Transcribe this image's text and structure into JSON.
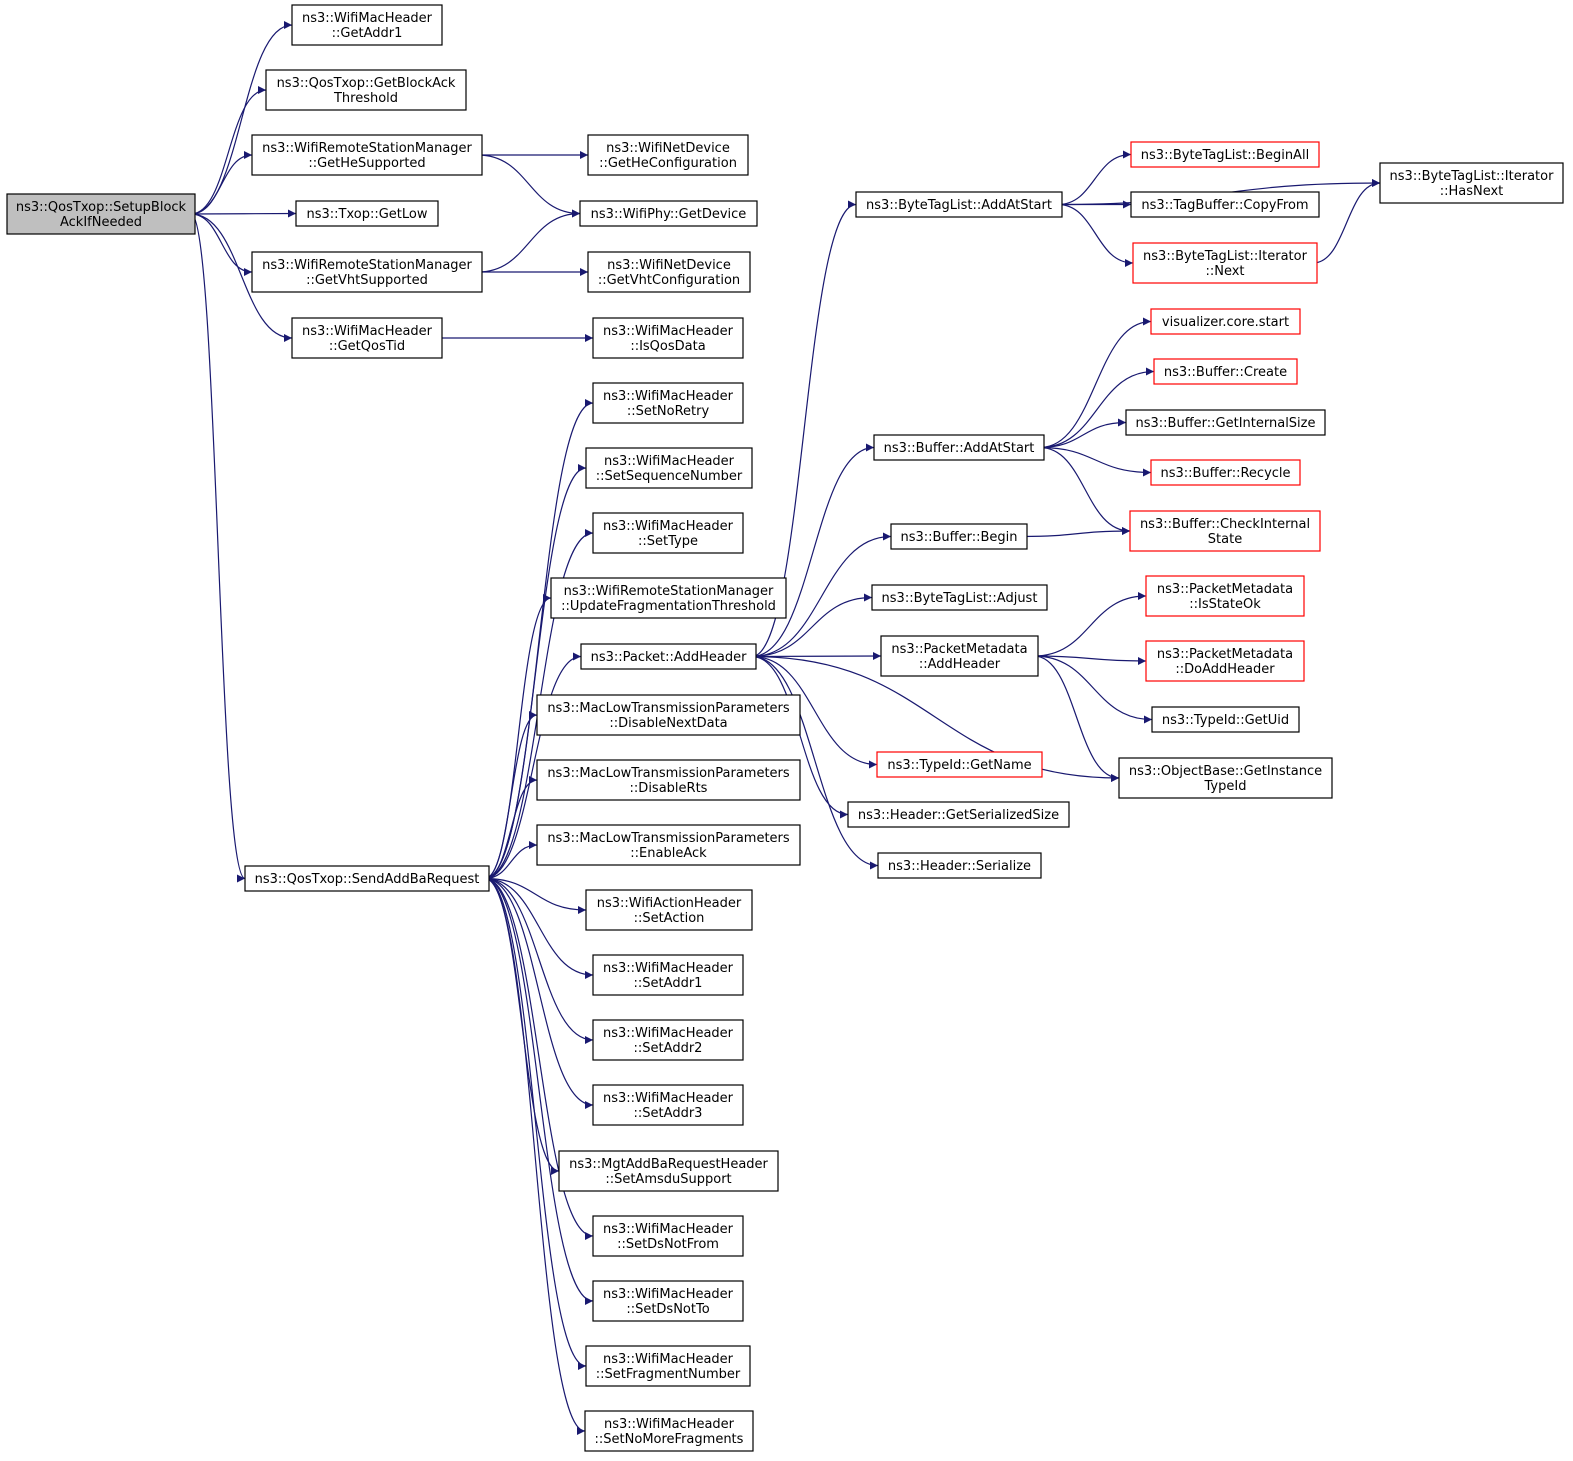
{
  "diagram": {
    "edge_color": "#191970",
    "root_fill": "#bfbfbf",
    "truncated_border_color": "#ff0000",
    "nodes": [
      {
        "id": "setup",
        "lines": [
          "ns3::QosTxop::SetupBlock",
          "AckIfNeeded"
        ],
        "style": "root"
      },
      {
        "id": "getaddr1",
        "lines": [
          "ns3::WifiMacHeader",
          "::GetAddr1"
        ]
      },
      {
        "id": "getblockack",
        "lines": [
          "ns3::QosTxop::GetBlockAck",
          "Threshold"
        ]
      },
      {
        "id": "gethesup",
        "lines": [
          "ns3::WifiRemoteStationManager",
          "::GetHeSupported"
        ]
      },
      {
        "id": "getlow",
        "lines": [
          "ns3::Txop::GetLow"
        ]
      },
      {
        "id": "getvhtsup",
        "lines": [
          "ns3::WifiRemoteStationManager",
          "::GetVhtSupported"
        ]
      },
      {
        "id": "getqostid",
        "lines": [
          "ns3::WifiMacHeader",
          "::GetQosTid"
        ]
      },
      {
        "id": "sendaddba",
        "lines": [
          "ns3::QosTxop::SendAddBaRequest"
        ]
      },
      {
        "id": "getheconf",
        "lines": [
          "ns3::WifiNetDevice",
          "::GetHeConfiguration"
        ]
      },
      {
        "id": "getdevice",
        "lines": [
          "ns3::WifiPhy::GetDevice"
        ]
      },
      {
        "id": "getvhtconf",
        "lines": [
          "ns3::WifiNetDevice",
          "::GetVhtConfiguration"
        ]
      },
      {
        "id": "isqosdata",
        "lines": [
          "ns3::WifiMacHeader",
          "::IsQosData"
        ]
      },
      {
        "id": "setnoretry",
        "lines": [
          "ns3::WifiMacHeader",
          "::SetNoRetry"
        ]
      },
      {
        "id": "setseq",
        "lines": [
          "ns3::WifiMacHeader",
          "::SetSequenceNumber"
        ]
      },
      {
        "id": "settype",
        "lines": [
          "ns3::WifiMacHeader",
          "::SetType"
        ]
      },
      {
        "id": "updfrag",
        "lines": [
          "ns3::WifiRemoteStationManager",
          "::UpdateFragmentationThreshold"
        ]
      },
      {
        "id": "pktaddhdr",
        "lines": [
          "ns3::Packet::AddHeader"
        ]
      },
      {
        "id": "disnext",
        "lines": [
          "ns3::MacLowTransmissionParameters",
          "::DisableNextData"
        ]
      },
      {
        "id": "disrts",
        "lines": [
          "ns3::MacLowTransmissionParameters",
          "::DisableRts"
        ]
      },
      {
        "id": "enack",
        "lines": [
          "ns3::MacLowTransmissionParameters",
          "::EnableAck"
        ]
      },
      {
        "id": "setaction",
        "lines": [
          "ns3::WifiActionHeader",
          "::SetAction"
        ]
      },
      {
        "id": "setaddr1",
        "lines": [
          "ns3::WifiMacHeader",
          "::SetAddr1"
        ]
      },
      {
        "id": "setaddr2",
        "lines": [
          "ns3::WifiMacHeader",
          "::SetAddr2"
        ]
      },
      {
        "id": "setaddr3",
        "lines": [
          "ns3::WifiMacHeader",
          "::SetAddr3"
        ]
      },
      {
        "id": "setamsdu",
        "lines": [
          "ns3::MgtAddBaRequestHeader",
          "::SetAmsduSupport"
        ]
      },
      {
        "id": "setdsnotfrom",
        "lines": [
          "ns3::WifiMacHeader",
          "::SetDsNotFrom"
        ]
      },
      {
        "id": "setdsnotto",
        "lines": [
          "ns3::WifiMacHeader",
          "::SetDsNotTo"
        ]
      },
      {
        "id": "setfragnum",
        "lines": [
          "ns3::WifiMacHeader",
          "::SetFragmentNumber"
        ]
      },
      {
        "id": "setnomore",
        "lines": [
          "ns3::WifiMacHeader",
          "::SetNoMoreFragments"
        ]
      },
      {
        "id": "btladdatstart",
        "lines": [
          "ns3::ByteTagList::AddAtStart"
        ]
      },
      {
        "id": "bufaddatstart",
        "lines": [
          "ns3::Buffer::AddAtStart"
        ]
      },
      {
        "id": "bufbegin",
        "lines": [
          "ns3::Buffer::Begin"
        ]
      },
      {
        "id": "btladjust",
        "lines": [
          "ns3::ByteTagList::Adjust"
        ]
      },
      {
        "id": "pmaddhdr",
        "lines": [
          "ns3::PacketMetadata",
          "::AddHeader"
        ]
      },
      {
        "id": "tidgetname",
        "lines": [
          "ns3::TypeId::GetName"
        ],
        "style": "red"
      },
      {
        "id": "hdrgetsize",
        "lines": [
          "ns3::Header::GetSerializedSize"
        ]
      },
      {
        "id": "hdrserialize",
        "lines": [
          "ns3::Header::Serialize"
        ]
      },
      {
        "id": "beginall",
        "lines": [
          "ns3::ByteTagList::BeginAll"
        ],
        "style": "red"
      },
      {
        "id": "copyfrom",
        "lines": [
          "ns3::TagBuffer::CopyFrom"
        ]
      },
      {
        "id": "itnext",
        "lines": [
          "ns3::ByteTagList::Iterator",
          "::Next"
        ],
        "style": "red"
      },
      {
        "id": "hasnext",
        "lines": [
          "ns3::ByteTagList::Iterator",
          "::HasNext"
        ]
      },
      {
        "id": "vizstart",
        "lines": [
          "visualizer.core.start"
        ],
        "style": "red"
      },
      {
        "id": "bufcreate",
        "lines": [
          "ns3::Buffer::Create"
        ],
        "style": "red"
      },
      {
        "id": "bufinternal",
        "lines": [
          "ns3::Buffer::GetInternalSize"
        ]
      },
      {
        "id": "bufrecycle",
        "lines": [
          "ns3::Buffer::Recycle"
        ],
        "style": "red"
      },
      {
        "id": "bufcheck",
        "lines": [
          "ns3::Buffer::CheckInternal",
          "State"
        ],
        "style": "red"
      },
      {
        "id": "pmisok",
        "lines": [
          "ns3::PacketMetadata",
          "::IsStateOk"
        ],
        "style": "red"
      },
      {
        "id": "pmdoadd",
        "lines": [
          "ns3::PacketMetadata",
          "::DoAddHeader"
        ],
        "style": "red"
      },
      {
        "id": "tidgetuid",
        "lines": [
          "ns3::TypeId::GetUid"
        ]
      },
      {
        "id": "objgettid",
        "lines": [
          "ns3::ObjectBase::GetInstance",
          "TypeId"
        ]
      }
    ],
    "edges": [
      [
        "setup",
        "getaddr1"
      ],
      [
        "setup",
        "getblockack"
      ],
      [
        "setup",
        "gethesup"
      ],
      [
        "setup",
        "getlow"
      ],
      [
        "setup",
        "getvhtsup"
      ],
      [
        "setup",
        "getqostid"
      ],
      [
        "setup",
        "sendaddba"
      ],
      [
        "gethesup",
        "getheconf"
      ],
      [
        "gethesup",
        "getdevice"
      ],
      [
        "getvhtsup",
        "getdevice"
      ],
      [
        "getvhtsup",
        "getvhtconf"
      ],
      [
        "getqostid",
        "isqosdata"
      ],
      [
        "sendaddba",
        "setnoretry"
      ],
      [
        "sendaddba",
        "setseq"
      ],
      [
        "sendaddba",
        "settype"
      ],
      [
        "sendaddba",
        "updfrag"
      ],
      [
        "sendaddba",
        "pktaddhdr"
      ],
      [
        "sendaddba",
        "disnext"
      ],
      [
        "sendaddba",
        "disrts"
      ],
      [
        "sendaddba",
        "enack"
      ],
      [
        "sendaddba",
        "setaction"
      ],
      [
        "sendaddba",
        "setaddr1"
      ],
      [
        "sendaddba",
        "setaddr2"
      ],
      [
        "sendaddba",
        "setaddr3"
      ],
      [
        "sendaddba",
        "setamsdu"
      ],
      [
        "sendaddba",
        "setdsnotfrom"
      ],
      [
        "sendaddba",
        "setdsnotto"
      ],
      [
        "sendaddba",
        "setfragnum"
      ],
      [
        "sendaddba",
        "setnomore"
      ],
      [
        "pktaddhdr",
        "btladdatstart"
      ],
      [
        "pktaddhdr",
        "bufaddatstart"
      ],
      [
        "pktaddhdr",
        "bufbegin"
      ],
      [
        "pktaddhdr",
        "btladjust"
      ],
      [
        "pktaddhdr",
        "pmaddhdr"
      ],
      [
        "pktaddhdr",
        "objgettid"
      ],
      [
        "pktaddhdr",
        "tidgetname"
      ],
      [
        "pktaddhdr",
        "hdrgetsize"
      ],
      [
        "pktaddhdr",
        "hdrserialize"
      ],
      [
        "btladdatstart",
        "hasnext"
      ],
      [
        "btladdatstart",
        "beginall"
      ],
      [
        "btladdatstart",
        "copyfrom"
      ],
      [
        "btladdatstart",
        "itnext"
      ],
      [
        "itnext",
        "hasnext"
      ],
      [
        "bufaddatstart",
        "vizstart"
      ],
      [
        "bufaddatstart",
        "bufcreate"
      ],
      [
        "bufaddatstart",
        "bufinternal"
      ],
      [
        "bufaddatstart",
        "bufrecycle"
      ],
      [
        "bufaddatstart",
        "bufcheck"
      ],
      [
        "bufbegin",
        "bufcheck"
      ],
      [
        "pmaddhdr",
        "pmisok"
      ],
      [
        "pmaddhdr",
        "pmdoadd"
      ],
      [
        "pmaddhdr",
        "tidgetuid"
      ],
      [
        "pmaddhdr",
        "objgettid"
      ]
    ]
  }
}
